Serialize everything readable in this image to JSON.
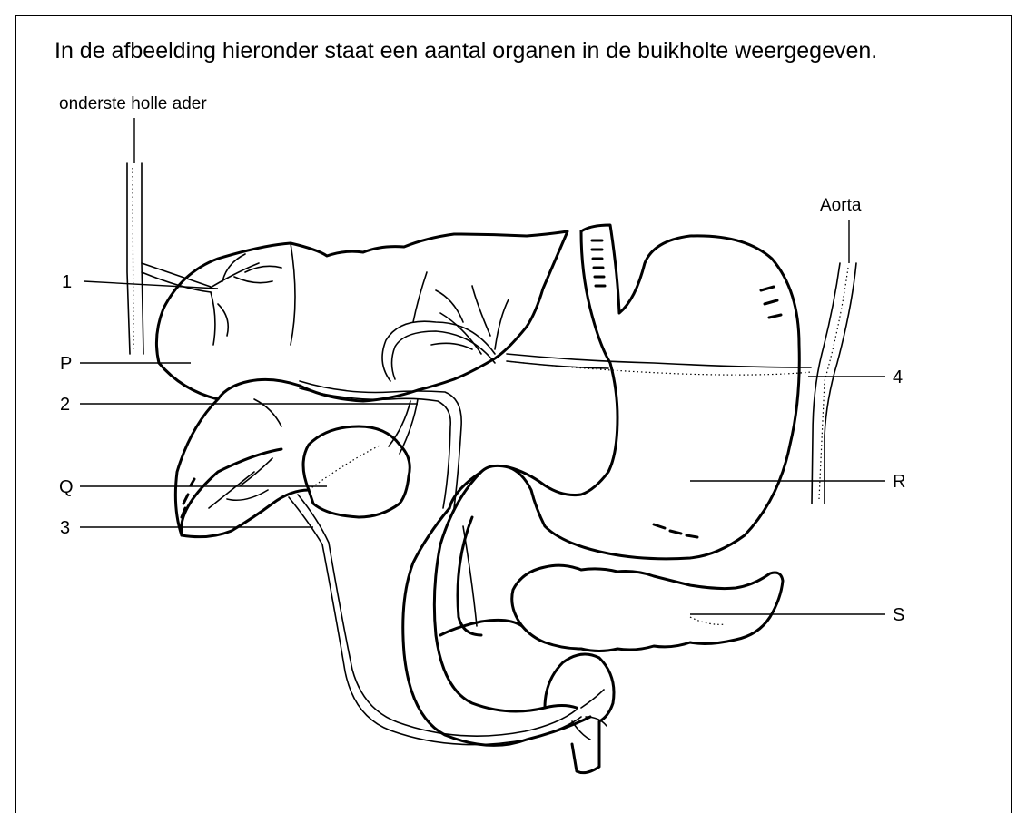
{
  "caption": "In de afbeelding hieronder staat een aantal organen in de buikholte weergegeven.",
  "labels": {
    "vena_cava": "onderste holle ader",
    "aorta": "Aorta",
    "l1": "1",
    "l2": "2",
    "l3": "3",
    "l4": "4",
    "lP": "P",
    "lQ": "Q",
    "lR": "R",
    "lS": "S"
  }
}
